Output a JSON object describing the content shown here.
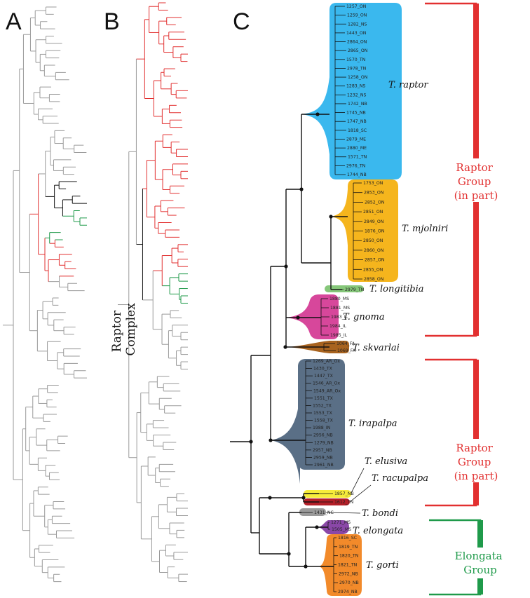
{
  "panels": {
    "a": "A",
    "b": "B",
    "c": "C"
  },
  "complex_label": [
    "Raptor",
    "Complex"
  ],
  "colors": {
    "raptor": "#3ab8ee",
    "mjolniri": "#f5b51d",
    "longitibia": "#86c77a",
    "gnoma": "#d7479b",
    "skvarlai": "#a8631f",
    "irapalpa": "#5a6f86",
    "elusiva": "#f6ec3a",
    "racupalpa": "#b41f28",
    "bondi": "#9a9a9a",
    "elongata": "#8a47a7",
    "gorti": "#f28a2a",
    "red_branch": "#e23030",
    "green_branch": "#1f9a4a",
    "gray_branch": "#9a9a9a"
  },
  "species": {
    "raptor": "T. raptor",
    "mjolniri": "T. mjolniri",
    "longitibia": "T. longitibia",
    "gnoma": "T. gnoma",
    "skvarlai": "T. skvarlai",
    "irapalpa": "T. irapalpa",
    "elusiva": "T. elusiva",
    "racupalpa": "T. racupalpa",
    "bondi": "T. bondi",
    "elongata": "T. elongata",
    "gorti": "T. gorti"
  },
  "tips": {
    "raptor": [
      "1257_ON",
      "1259_ON",
      "1282_NS",
      "1443_ON",
      "2864_ON",
      "2865_ON",
      "1570_TN",
      "2978_TN",
      "1258_ON",
      "1283_NS",
      "1232_NS",
      "1742_NB",
      "1745_NB",
      "1747_NB",
      "1818_SC",
      "2879_ME",
      "2880_ME",
      "1571_TN",
      "2976_TN",
      "1744_NB"
    ],
    "mjolniri": [
      "1753_ON",
      "2853_ON",
      "2852_ON",
      "2851_ON",
      "2849_ON",
      "1876_ON",
      "2850_ON",
      "2860_ON",
      "2857_ON",
      "2855_ON",
      "2858_ON"
    ],
    "longitibia": [
      "2979_TN"
    ],
    "gnoma": [
      "1880_MS",
      "1881_MS",
      "1983_IL",
      "1984_IL",
      "1985_IL"
    ],
    "skvarlai": [
      "1064_FA",
      "1069_FA"
    ],
    "irapalpa": [
      "1269_AR_Ox",
      "1430_TX",
      "1447_TX",
      "1546_AR_Ox",
      "1549_AR_Ox",
      "1551_TX",
      "1552_TX",
      "1553_TX",
      "1558_TX",
      "1988_IN",
      "2956_NB",
      "1279_NB",
      "2957_NB",
      "2959_NB",
      "2961_NB"
    ],
    "elusiva": [
      "1857_NB"
    ],
    "racupalpa": [
      "1612_TN"
    ],
    "bondi": [
      "1431_NC"
    ],
    "elongata": [
      "1271_MS",
      "1505_MS"
    ],
    "gorti": [
      "1816_SC",
      "1819_TN",
      "1820_TN",
      "1821_TN",
      "2972_NB",
      "2970_NB",
      "2974_NB"
    ]
  },
  "groups": [
    {
      "lines": [
        "Raptor",
        "Group",
        "(in part)"
      ],
      "color": "#e23030"
    },
    {
      "lines": [
        "Raptor",
        "Group",
        "(in part)"
      ],
      "color": "#e23030"
    },
    {
      "lines": [
        "Elongata",
        "Group"
      ],
      "color": "#1f9a4a"
    }
  ]
}
